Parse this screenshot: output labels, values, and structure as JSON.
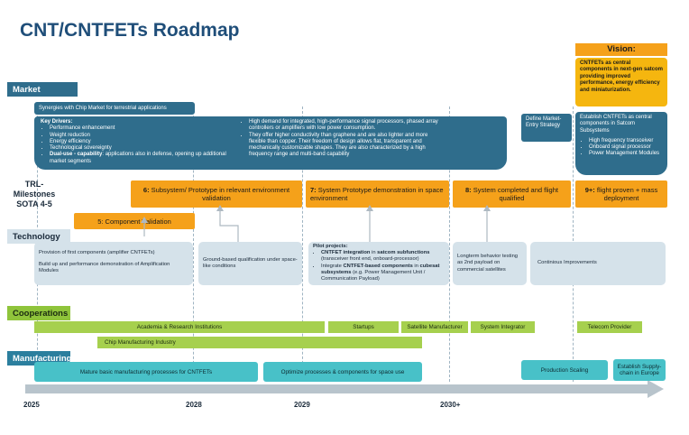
{
  "title": "CNT/CNTFETs Roadmap",
  "sections": {
    "market": "Market",
    "technology": "Technology",
    "cooperations": "Cooperations",
    "manufacturing": "Manufacturing"
  },
  "trl": [
    "TRL-",
    "Milestones",
    "SOTA 4-5"
  ],
  "vision": {
    "header": "Vision:",
    "body": "CNTFETs as central components in next-gen satcom providing improved performance, energy efficiency and miniaturization."
  },
  "market": {
    "synergies": "Synergies with Chip Market for terrestrial applications",
    "key_drivers_title": "Key Drivers:",
    "key_drivers": [
      "Performance enhancement",
      "Weight reduction",
      "Energy efficiency",
      "Technological sovereignty"
    ],
    "dual_use_label": "Dual-use - capability",
    "dual_use_text": ": applications also in defense, opening up additional market segments",
    "demand": [
      "High demand for integrated, high-performance signal processors, phased array controllers or amplifiers with low power consumption.",
      "They offer higher conductivity than graphene and are also lighter and more flexible than copper. Their freedom of design allows flat, transparent and mechanically customizable shapes. They are also characterized by a high frequency range and multi-band capability"
    ],
    "define_strategy": "Define Market-Entry Strategy",
    "establish_title": "Establish CNTFETs as central components in Satcom Subsystems",
    "establish_items": [
      "High frequency transceiver",
      "Onboard signal processor",
      "Power Management Modules"
    ]
  },
  "milestones": {
    "m5": "5: Component Validation",
    "m6_num": "6:",
    "m6": " Subsystem/ Prototype in  relevant environment validation",
    "m7_num": "7:",
    "m7": "  System Prototype demonstration in space environment",
    "m8_num": "8:",
    "m8": " System completed and flight qualified",
    "m9_num": "9+:",
    "m9": " flight proven + mass deployment"
  },
  "technology": {
    "t1_a": "Provision of first components (amplifier CNTFETs)",
    "t1_b": "Build up and performance demonstration of Amplification Modules",
    "t2": "Ground-based qualification under space-like conditions",
    "t3_title": "Pilot projects:",
    "t3_i1_bold1": "CNTFET integration",
    "t3_i1_mid": " in ",
    "t3_i1_bold2": "satcom subfunctions",
    "t3_i1_rest": " (transceiver front end, onboard-processor)",
    "t3_i2_pre": "Integrate ",
    "t3_i2_bold1": "CNTFET-based components",
    "t3_i2_mid": " in ",
    "t3_i2_bold2": "cubesat subsystems",
    "t3_i2_rest": " (e.g. Power Management Unit / Communication Payload)",
    "t4": "Longterm behavior testing as 2nd payload on commercial satellites",
    "t5": "Continious Improvements"
  },
  "cooperations": {
    "academia": "Academia & Research Institutions",
    "startups": "Startups",
    "satellite": "Satellite Manufacturer",
    "integrator": "System Integrator",
    "telecom": "Telecom Provider",
    "chip": "Chip Manufacturing Industry"
  },
  "manufacturing": {
    "m1": "Mature basic manufacturing processes for CNTFETs",
    "m2": "Optimize processes & components for space use",
    "m3": "Production Scaling",
    "m4": "Establish Supply-chain in Europe"
  },
  "years": [
    "2025",
    "2028",
    "2029",
    "2030+"
  ],
  "colors": {
    "market": "#2f6d8c",
    "milestone": "#f5a11a",
    "technology": "#d5e2ea",
    "cooperation": "#a6d04e",
    "manufacturing": "#48c1c8"
  }
}
